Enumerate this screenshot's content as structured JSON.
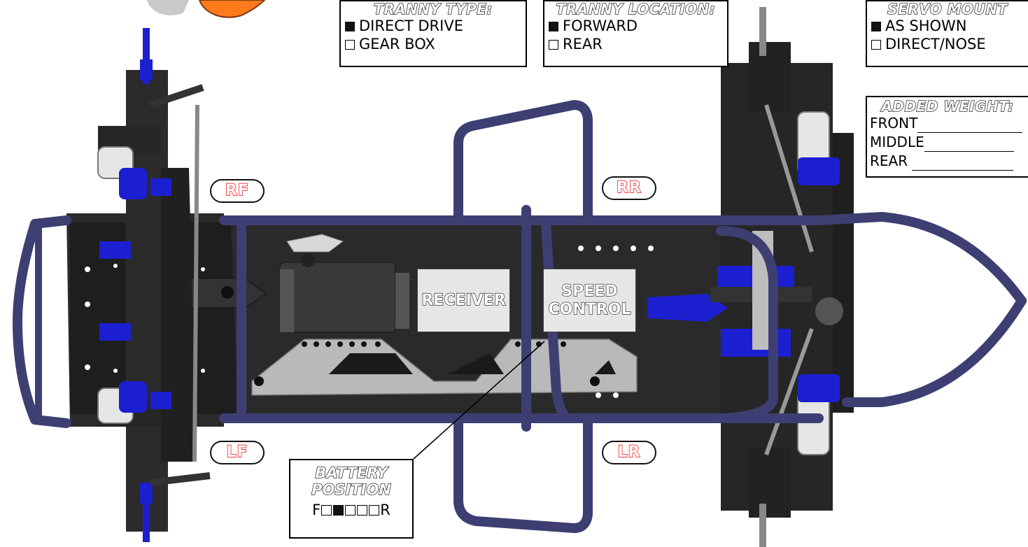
{
  "tranny_type": {
    "title": "TRANNY TYPE:",
    "options": [
      {
        "label": "DIRECT DRIVE",
        "checked": true
      },
      {
        "label": "GEAR BOX",
        "checked": false
      }
    ]
  },
  "tranny_location": {
    "title": "TRANNY LOCATION:",
    "options": [
      {
        "label": "FORWARD",
        "checked": true
      },
      {
        "label": "REAR",
        "checked": false
      }
    ]
  },
  "servo_mount": {
    "title": "SERVO MOUNT",
    "options": [
      {
        "label": "AS SHOWN",
        "checked": true
      },
      {
        "label": "DIRECT/NOSE",
        "checked": false
      }
    ]
  },
  "added_weight": {
    "title": "ADDED WEIGHT:",
    "rows": [
      "FRONT",
      "MIDDLE",
      "REAR"
    ]
  },
  "corners": {
    "rf": "RF",
    "rr": "RR",
    "lf": "LF",
    "lr": "LR"
  },
  "components": {
    "receiver": "RECEIVER",
    "speed_control_1": "SPEED",
    "speed_control_2": "CONTROL"
  },
  "battery_position": {
    "title_1": "BATTERY",
    "title_2": "POSITION",
    "start": "F",
    "end": "R",
    "slots": 5,
    "selected_index": 1
  },
  "colors": {
    "frame": "#3d3f73",
    "chassis": "#232323",
    "blue_parts": "#1c1fd0",
    "plate": "#b9b9b9",
    "corner_text": "#e00000"
  }
}
